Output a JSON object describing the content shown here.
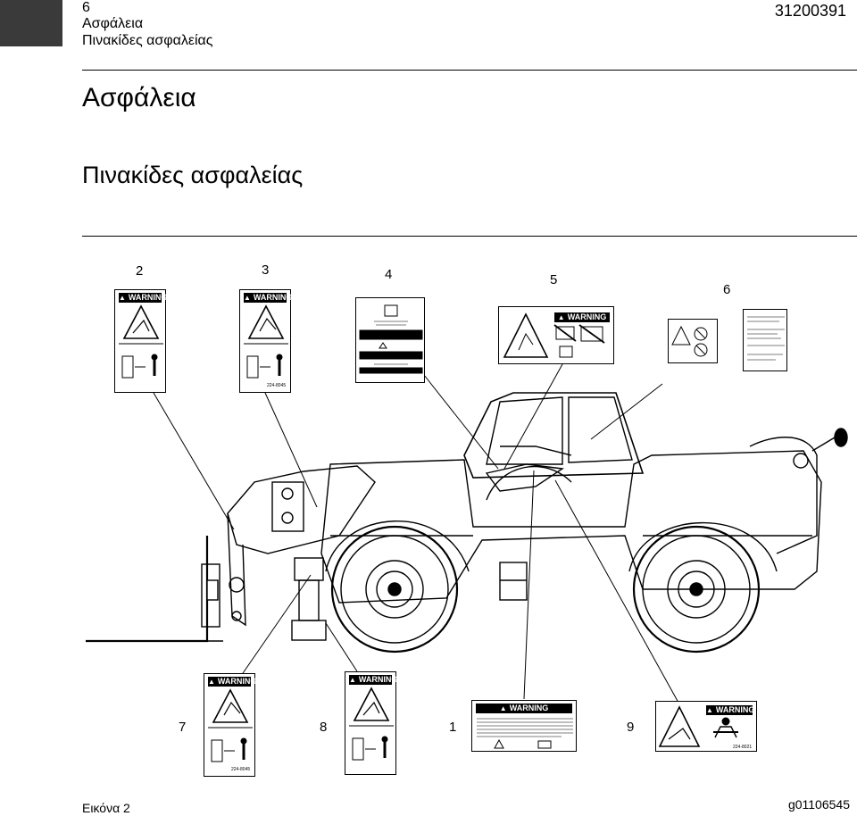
{
  "header": {
    "page_number": "6",
    "section": "Ασφάλεια",
    "subsection": "Πινακίδες ασφαλείας",
    "document_number": "31200391"
  },
  "title": "Ασφάλεια",
  "subtitle": "Πινακίδες ασφαλείας",
  "callouts": {
    "c1": "1",
    "c2": "2",
    "c3": "3",
    "c4": "4",
    "c5": "5",
    "c6": "6",
    "c7": "7",
    "c8": "8",
    "c9": "9"
  },
  "warning_label": "WARNING",
  "part_numbers": {
    "p3": "224-8045",
    "p7": "224-8045",
    "p9": "224-8021"
  },
  "figure_caption": "Εικόνα 2",
  "figure_id": "g01106545"
}
